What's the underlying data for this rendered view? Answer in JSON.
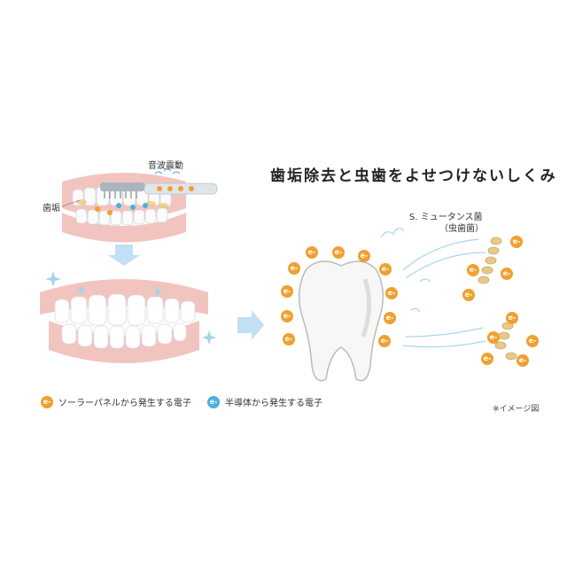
{
  "title": "歯垢除去と虫歯をよせつけないしくみ",
  "labels": {
    "sonic": "音波震動",
    "plaque": "歯垢",
    "bacteria_line1": "S. ミュータンス菌",
    "bacteria_line2": "（虫歯菌）"
  },
  "electron_symbol": "e-",
  "legend": [
    {
      "text": "ソーラーパネルから発生する電子",
      "color": "#f0a030"
    },
    {
      "text": "半導体から発生する電子",
      "color": "#4ab0e0"
    }
  ],
  "note": "※イメージ図",
  "colors": {
    "solar_electron": "#f0a030",
    "semi_electron": "#4ab0e0",
    "gum": "#f2c4bf",
    "arrow": "#bfe0f5",
    "bacteria": "#e8c98a"
  }
}
